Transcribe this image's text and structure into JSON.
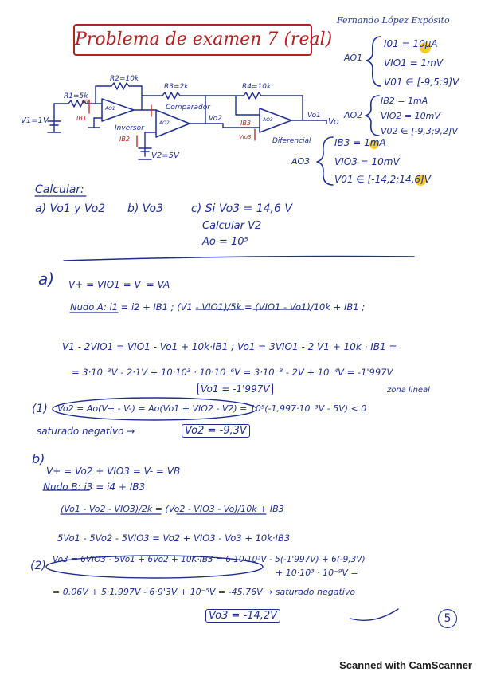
{
  "title": "Problema de examen 7 (real)",
  "author": "Fernando López Expósito",
  "page_number": "5",
  "footer": "Scanned with CamScanner",
  "colors": {
    "ink_blue": "#1f2f8f",
    "ink_red": "#b82020",
    "highlight": "#f2c500"
  },
  "specs": {
    "ao1": {
      "label": "AO1",
      "lines": [
        "I01 = 10μA",
        "VIO1 = 1mV",
        "V01 ∈ [-9,5;9]V"
      ]
    },
    "ao2": {
      "label": "AO2",
      "lines": [
        "IB2 = 1mA",
        "VIO2 = 10mV",
        "V02 ∈ [-9,3;9,2]V"
      ]
    },
    "ao3": {
      "label": "AO3",
      "lines": [
        "IB3 = 1mA",
        "VIO3 = 10mV",
        "V01 ∈ [-14,2;14,6]V"
      ]
    }
  },
  "circuit": {
    "v1": "V1=1V",
    "r1": "R1=5k",
    "r2": "R2=10k",
    "r3": "R3=2k",
    "r4": "R4=10k",
    "v2": "V2=5V",
    "inversor": "Inversor",
    "comparador": "Comparador",
    "diferencial": "Diferencial",
    "vo": "Vo",
    "vo1": "Vo1",
    "vo2": "Vo2",
    "ib1": "IB1",
    "ib2": "IB2",
    "ib3": "IB3",
    "vio1": "Vio1",
    "vio3": "Vio3",
    "ao_small_1": "AO1",
    "ao_small_2": "AO2",
    "ao_small_3": "AO3"
  },
  "calcular": {
    "heading": "Calcular:",
    "a": "a) Vo1 y Vo2",
    "b": "b) Vo3",
    "c": "c) Si Vo3 = 14,6 V",
    "c2": "Calcular V2",
    "c3": "Ao = 10⁵"
  },
  "solution": {
    "a_label": "a)",
    "line1": "V+ = VIO1 = V- = VA",
    "line2": "Nudo A: i1 = i2 + IB1 ;  (V1 - VIO1)/5k = (VIO1 - Vo1)/10k + IB1 ;",
    "line3": "V1 - 2VIO1 = VIO1 - Vo1 + 10k·IB1 ; Vo1 = 3VIO1 - 2 V1 + 10k · IB1 =",
    "line4": "= 3·10⁻³V - 2·1V + 10·10³ · 10·10⁻⁶V = 3·10⁻³ - 2V + 10⁻⁴V = -1'997V",
    "boxed1": "Vo1 = -1'997V",
    "zona_lineal": "zona lineal",
    "eq1_label": "(1)",
    "line5": "Vo2 = Ao(V+ - V-) = Ao(Vo1 + VIO2 - V2) = 10⁵(-1,997·10⁻³V - 5V) < 0",
    "line6": "saturado negativo →",
    "boxed2": "Vo2 = -9,3V",
    "b_label": "b)",
    "line7": "V+ = Vo2 + VIO3 = V- = VB",
    "line8": "Nudo B: i3 = i4 + IB3",
    "line9": "(Vo1 - Vo2 - VIO3)/2k = (Vo2 - VIO3 - Vo)/10k + IB3",
    "line10": "5Vo1 - 5Vo2 - 5VIO3 = Vo2 + VIO3 - Vo3 + 10k·IB3",
    "eq2_label": "(2)",
    "line11": "Vo3 = 6VIO3 - 5Vo1 + 6Vo2 + 10K·IB3 = 6·10·10³V - 5(-1'997V) + 6(-9,3V)",
    "line12": "+ 10·10³ · 10⁻⁹V =",
    "line13": "= 0,06V + 5·1,997V - 6·9'3V + 10⁻⁵V = -45,76V → saturado negativo",
    "boxed3": "Vo3 = -14,2V"
  }
}
